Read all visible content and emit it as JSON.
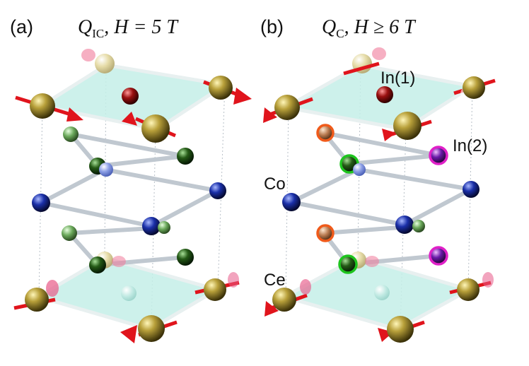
{
  "panels": [
    {
      "letter": "(a)",
      "q_symbol": "Q",
      "q_subscript": "IC",
      "field_text": ", H = 5 T"
    },
    {
      "letter": "(b)",
      "q_symbol": "Q",
      "q_subscript": "C",
      "field_text": ", H ≥ 6 T"
    }
  ],
  "atom_labels": {
    "in1": "In(1)",
    "in2": "In(2)",
    "co": "Co",
    "ce": "Ce"
  },
  "colors": {
    "ce_atom": "#8c7a12",
    "in1_atom": "#7a0b0b",
    "in2_atom": "#5a9a4a",
    "co_atom": "#1a2fa8",
    "in2_dark": "#1f4a14",
    "plane_fill": "#bfeee6",
    "moment_arrow": "#e0141c",
    "highlight_green": "#1ec41e",
    "highlight_magenta": "#e020c8",
    "highlight_orange": "#f05a1a",
    "magenta_atom": "#7a1ab8",
    "orange_atom": "#c07040"
  }
}
